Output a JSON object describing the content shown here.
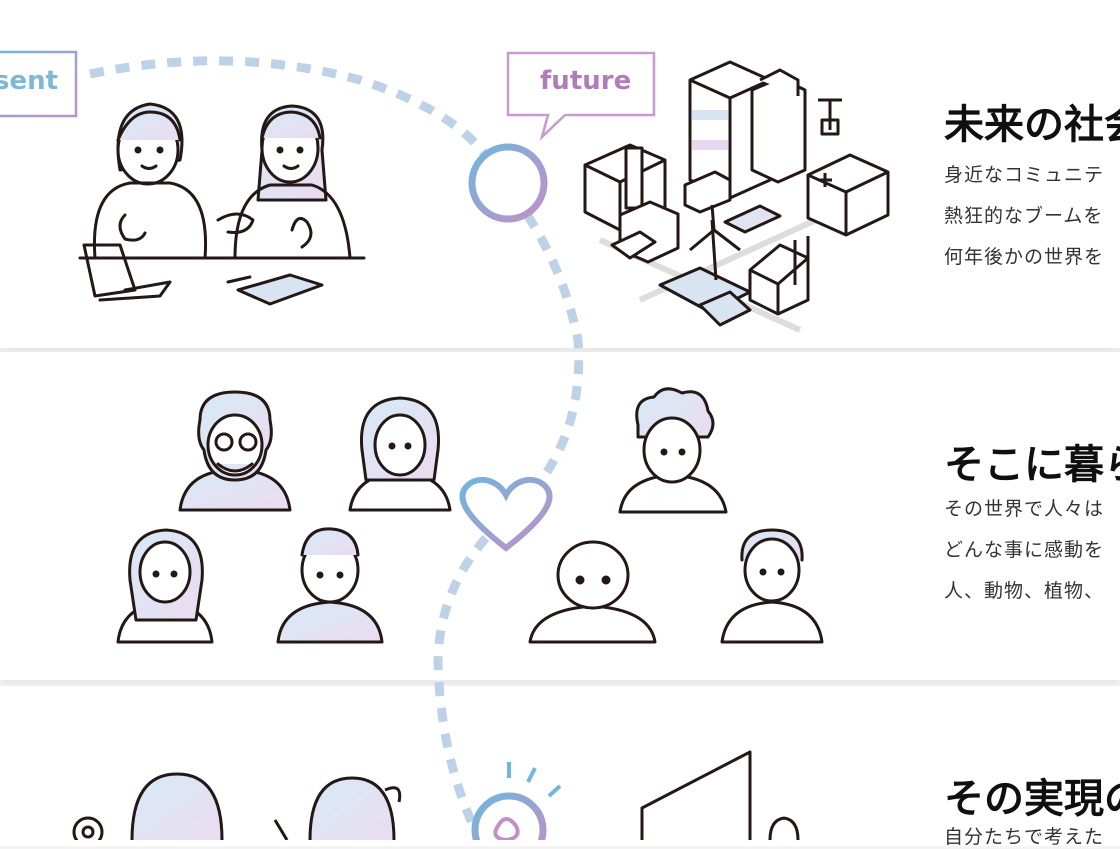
{
  "colors": {
    "blue": "#6fb7dc",
    "purple": "#b98cc4",
    "ink": "#231815",
    "fill": "#d9e4f3"
  },
  "section1": {
    "present_tag": "sent",
    "future_tag": "future",
    "heading": "未来の社会",
    "lines": [
      "身近なコミュニテ",
      "熱狂的なブームを",
      "何年後かの世界を"
    ]
  },
  "section2": {
    "heading": "そこに暮ら",
    "lines": [
      "その世界で人々は",
      "どんな事に感動を",
      "人、動物、植物、"
    ]
  },
  "section3": {
    "heading": "その実現の",
    "lines": [
      "自分たちで考えた"
    ]
  },
  "icons": [
    "circle-icon",
    "heart-icon",
    "lightbulb-icon"
  ]
}
